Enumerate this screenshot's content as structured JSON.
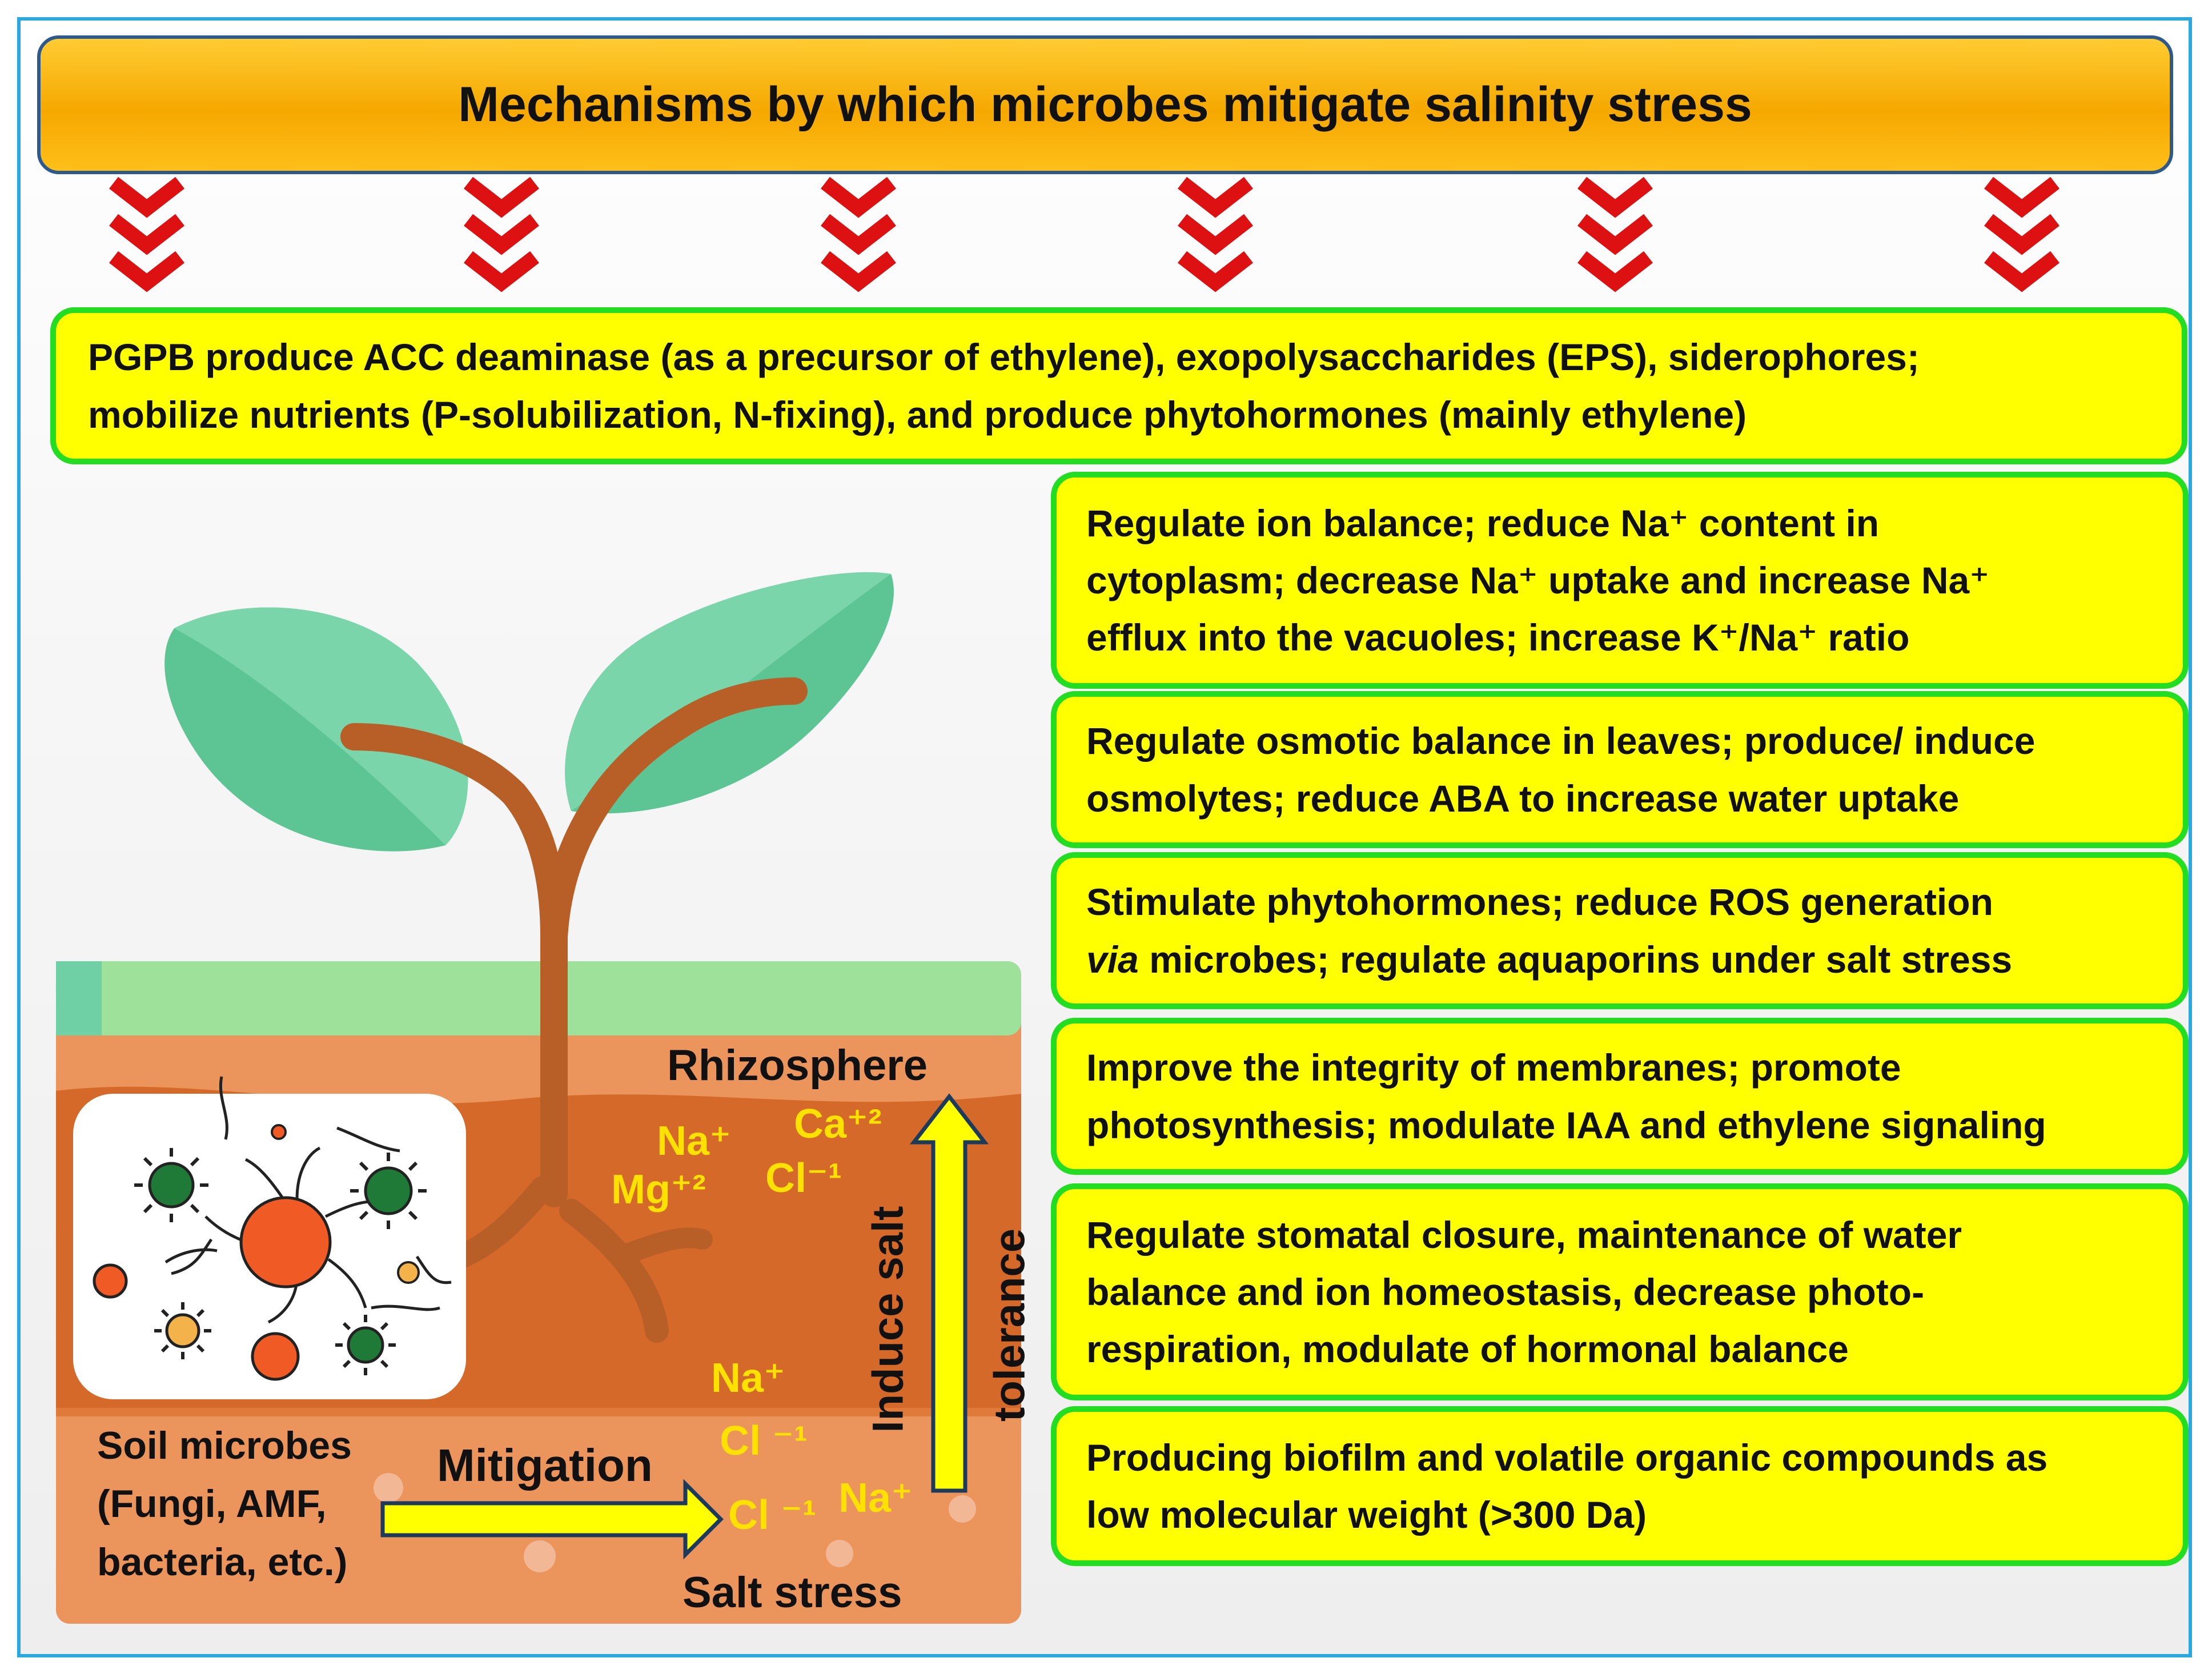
{
  "title": "Mechanisms by which microbes mitigate salinity stress",
  "top_box": {
    "line1": "PGPB produce ACC deaminase (as a precursor of ethylene), exopolysaccharides (EPS), siderophores;",
    "line2": "mobilize nutrients (P-solubilization, N-fixing), and produce phytohormones (mainly ethylene)"
  },
  "boxes": [
    {
      "line1": "Regulate ion balance; reduce Na⁺ content in",
      "line2": "cytoplasm; decrease Na⁺ uptake and increase Na⁺",
      "line3": "efflux into the vacuoles; increase K⁺/Na⁺ ratio"
    },
    {
      "line1": "Regulate osmotic balance in leaves; produce/ induce",
      "line2": "osmolytes; reduce ABA to increase water uptake"
    },
    {
      "line1": "Stimulate phytohormones; reduce ROS generation",
      "line2_em": "via",
      "line2_rest": " microbes; regulate aquaporins under salt stress"
    },
    {
      "line1": "Improve the integrity of membranes; promote",
      "line2": "photosynthesis; modulate IAA and ethylene signaling"
    },
    {
      "line1": "Regulate stomatal closure, maintenance of water",
      "line2": "balance and ion homeostasis, decrease photo-",
      "line3": "respiration, modulate of hormonal balance"
    },
    {
      "line1": "Producing biofilm and volatile organic compounds as",
      "line2": "low molecular weight (>300 Da)"
    }
  ],
  "illustration": {
    "rhizosphere": "Rhizosphere",
    "ions_top": {
      "na": "Na⁺",
      "ca": "Ca⁺²",
      "mg": "Mg⁺²",
      "cl": "Cl⁻¹"
    },
    "ions_bottom": {
      "na1": "Na⁺",
      "cl1": "Cl ⁻¹",
      "cl2": "Cl ⁻¹",
      "na2": "Na⁺"
    },
    "induce": "Induce salt",
    "tolerance": "tolerance",
    "mitigation": "Mitigation",
    "salt_stress": "Salt stress",
    "microbes_l1": "Soil microbes",
    "microbes_l2": "(Fungi, AMF,",
    "microbes_l3": "bacteria, etc.)"
  },
  "colors": {
    "title_bg": "#f5a800",
    "box_bg": "#ffff00",
    "box_border": "#22dd22",
    "chevron": "#dd1111",
    "ion_text": "#ffe100",
    "leaf": "#5dc493",
    "stem": "#b85f27",
    "soil_top": "#9ee19b",
    "soil_mid": "#d5692a",
    "soil_bottom": "#eb955c",
    "arrow": "#ffff00",
    "frame": "#29a9e0"
  },
  "icons": [
    "chevron-down-icon",
    "plant-seedling-icon",
    "microbe-icon",
    "arrow-right-icon",
    "arrow-up-icon"
  ]
}
